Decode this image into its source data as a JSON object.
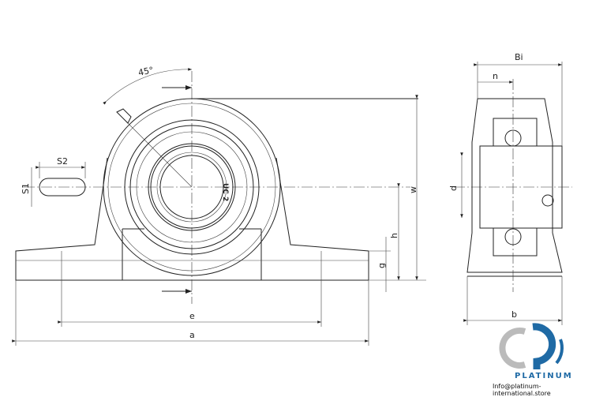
{
  "labels": {
    "angle": "45°",
    "s2": "S2",
    "s1": "S1",
    "w": "w",
    "h": "h",
    "g": "g",
    "e": "e",
    "a": "a",
    "bi": "Bi",
    "n": "n",
    "d": "d",
    "b": "b",
    "bearing_mark": "UC 2"
  },
  "brand": {
    "name": "PLATINUM",
    "email": "Info@platinum-international.store",
    "color": "#1f6aa5"
  }
}
